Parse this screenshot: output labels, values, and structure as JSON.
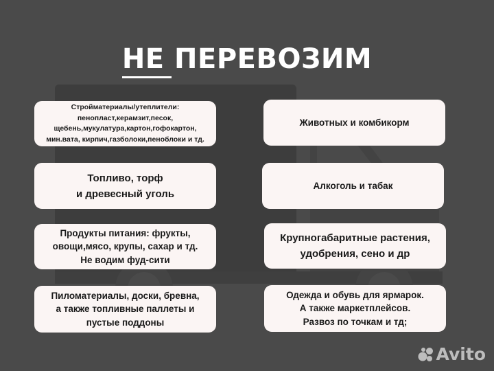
{
  "header": {
    "title_emphasis": "НЕ",
    "title_rest": " ПЕРЕВОЗИМ"
  },
  "colors": {
    "background": "#4a4a4a",
    "card_background": "#fbf5f4",
    "card_text": "#1a1a1a",
    "title_text": "#ffffff",
    "logo": "#bdbdbd"
  },
  "cards": {
    "left": [
      {
        "text": "Стройматериалы/утеплители:\nпенопласт,керамзит,песок,\nщебень,мукулатура,картон,гофокартон,\nмин.вата, кирпич,газболоки,пеноблоки и тд."
      },
      {
        "text": "Топливо, торф\nи древесный уголь"
      },
      {
        "text": "Продукты питания: фрукты,\nовощи,мясо, крупы, сахар и тд.\nНе водим фуд-сити"
      },
      {
        "text": "Пиломатериалы, доски, бревна,\nа также топливные паллеты и\nпустые поддоны"
      }
    ],
    "right": [
      {
        "text": "Животных и комбикорм"
      },
      {
        "text": "Алкоголь и табак"
      },
      {
        "text": "Крупногабаритные растения,\nудобрения, сено и др"
      },
      {
        "text": "Одежда и обувь для ярмарок.\nА также маркетплейсов.\nРазвоз по точкам и тд;"
      }
    ]
  },
  "watermark": {
    "icon": "avito-dots-icon",
    "text": "Avito"
  }
}
